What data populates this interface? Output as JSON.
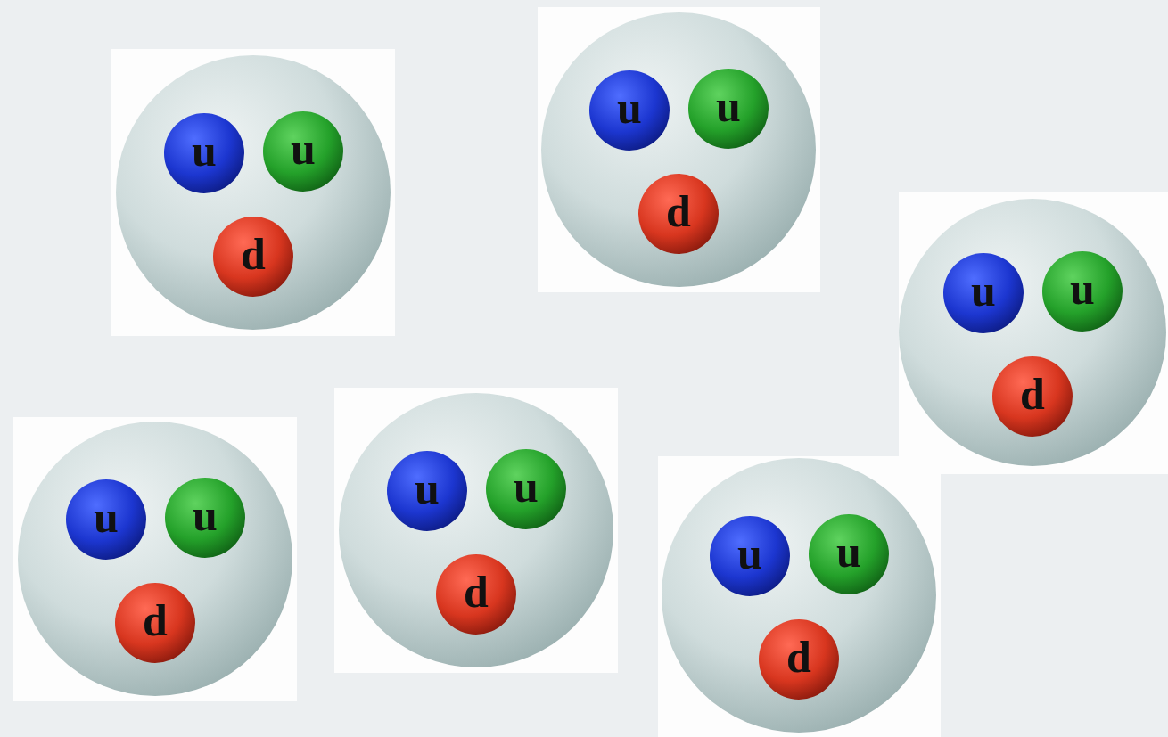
{
  "diagram": {
    "nodes": [
      {
        "text": []
      },
      {
        "text": [
          "u"
        ],
        "in": 0
      },
      {
        "text": [
          "u"
        ],
        "in": 0
      },
      {
        "text": [
          "d"
        ],
        "in": 0
      },
      {
        "text": []
      },
      {
        "text": [
          "u"
        ],
        "in": 4
      },
      {
        "text": [
          "u"
        ],
        "in": 4
      },
      {
        "text": [
          "d"
        ],
        "in": 4
      },
      {
        "text": []
      },
      {
        "text": [
          "u"
        ],
        "in": 8
      },
      {
        "text": [
          "u"
        ],
        "in": 8
      },
      {
        "text": [
          "d"
        ],
        "in": 8
      },
      {
        "text": []
      },
      {
        "text": [
          "u"
        ],
        "in": 12
      },
      {
        "text": [
          "u"
        ],
        "in": 12
      },
      {
        "text": [
          "d"
        ],
        "in": 12
      },
      {
        "text": []
      },
      {
        "text": [
          "u"
        ],
        "in": 16
      },
      {
        "text": [
          "u"
        ],
        "in": 16
      },
      {
        "text": [
          "d"
        ],
        "in": 16
      },
      {
        "text": []
      },
      {
        "text": [
          "u"
        ],
        "in": 20
      },
      {
        "text": [
          "u"
        ],
        "in": 20
      },
      {
        "text": [
          "d"
        ],
        "in": 20
      }
    ]
  }
}
